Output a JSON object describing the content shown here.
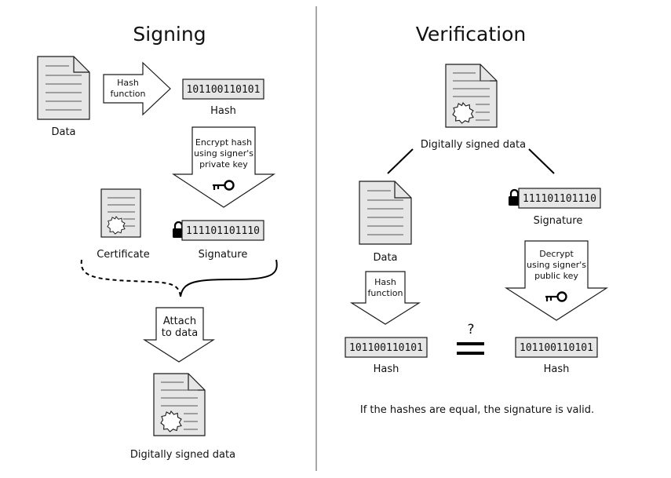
{
  "signing": {
    "title": "Signing",
    "data_label": "Data",
    "hash_function_arrow": [
      "Hash",
      "function"
    ],
    "hash_value": "101100110101",
    "hash_label": "Hash",
    "encrypt_arrow": [
      "Encrypt hash",
      "using signer's",
      "private key"
    ],
    "certificate_label": "Certificate",
    "signature_value": "111101101110",
    "signature_label": "Signature",
    "attach_arrow": [
      "Attach",
      "to data"
    ],
    "signed_data_label": "Digitally signed data"
  },
  "verification": {
    "title": "Verification",
    "signed_data_label": "Digitally signed data",
    "data_label": "Data",
    "signature_value": "111101101110",
    "signature_label": "Signature",
    "hash_function_arrow": [
      "Hash",
      "function"
    ],
    "decrypt_arrow": [
      "Decrypt",
      "using signer's",
      "public key"
    ],
    "left_hash_value": "101100110101",
    "left_hash_label": "Hash",
    "compare_symbol": "?",
    "right_hash_value": "101100110101",
    "right_hash_label": "Hash",
    "conclusion": "If the hashes are equal, the signature is valid."
  },
  "colors": {
    "doc_fill": "#e6e6e6",
    "box_fill": "#e6e6e6",
    "stroke": "#1a1a1a",
    "divider": "#8c8c8c"
  }
}
